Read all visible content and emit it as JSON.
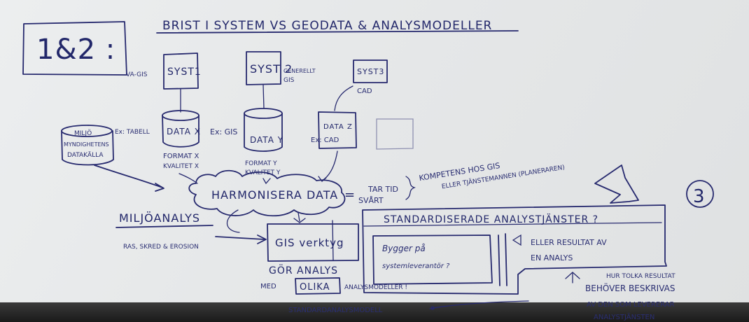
{
  "corner_label": "1&2 :",
  "title": "BRIST I SYSTEM VS GEODATA & ANALYSMODELLER",
  "systems": [
    {
      "name": "SYST1",
      "note": "VA-GIS"
    },
    {
      "name": "SYST 2",
      "note_line1": "GENERELLT",
      "note_line2": "GIS"
    },
    {
      "name": "SYST3",
      "note": "CAD"
    }
  ],
  "databases": [
    {
      "label": "DATA X",
      "prefix": "Ex: TABELL",
      "caption_line1": "FORMAT X",
      "caption_line2": "KVALITET X"
    },
    {
      "label": "DATA Y",
      "prefix": "Ex: GIS",
      "caption_line1": "FORMAT Y",
      "caption_line2": "KVALITET Y"
    },
    {
      "label_line1": "DATA Z",
      "label_line2": "Ex: CAD"
    }
  ],
  "source": {
    "line1": "MILJÖ",
    "line2": "MYNDIGHETENS",
    "line3": "DATAKÄLLA"
  },
  "harmonize": "HARMONISERA DATA",
  "equals": "=",
  "cost_line1": "TAR TID",
  "cost_line2": "SVÅRT",
  "competence_line1": "KOMPETENS HOS GIS",
  "competence_line2": "ELLER TJÄNSTEMANNEN (PLANERAREN)",
  "circle_number": "3",
  "miljo": {
    "title": "MILJÖANALYS",
    "subtitle": "RAS, SKRED & EROSION"
  },
  "gis_tool": "GIS verktyg",
  "gor_analys": "GÖR ANALYS",
  "med": "MED",
  "olika": "OLIKA",
  "analysmodeller": "ANALYSMODELLER !",
  "standard_model": "STANDARDANALYSMODELL",
  "standard_services": "STANDARDISERADE ANALYSTJÄNSTER ?",
  "bygger_line1": "Bygger på",
  "bygger_line2": "systemleverantör ?",
  "eller_line1": "ELLER RESULTAT AV",
  "eller_line2": "EN ANALYS",
  "interpret_line1": "HUR TOLKA RESULTAT",
  "interpret_line2": "BEHÖVER BESKRIVAS",
  "interpret_line3": "AV DEN SOM LEVERERAR",
  "interpret_line4": "ANALYSTJÄNSTEN"
}
